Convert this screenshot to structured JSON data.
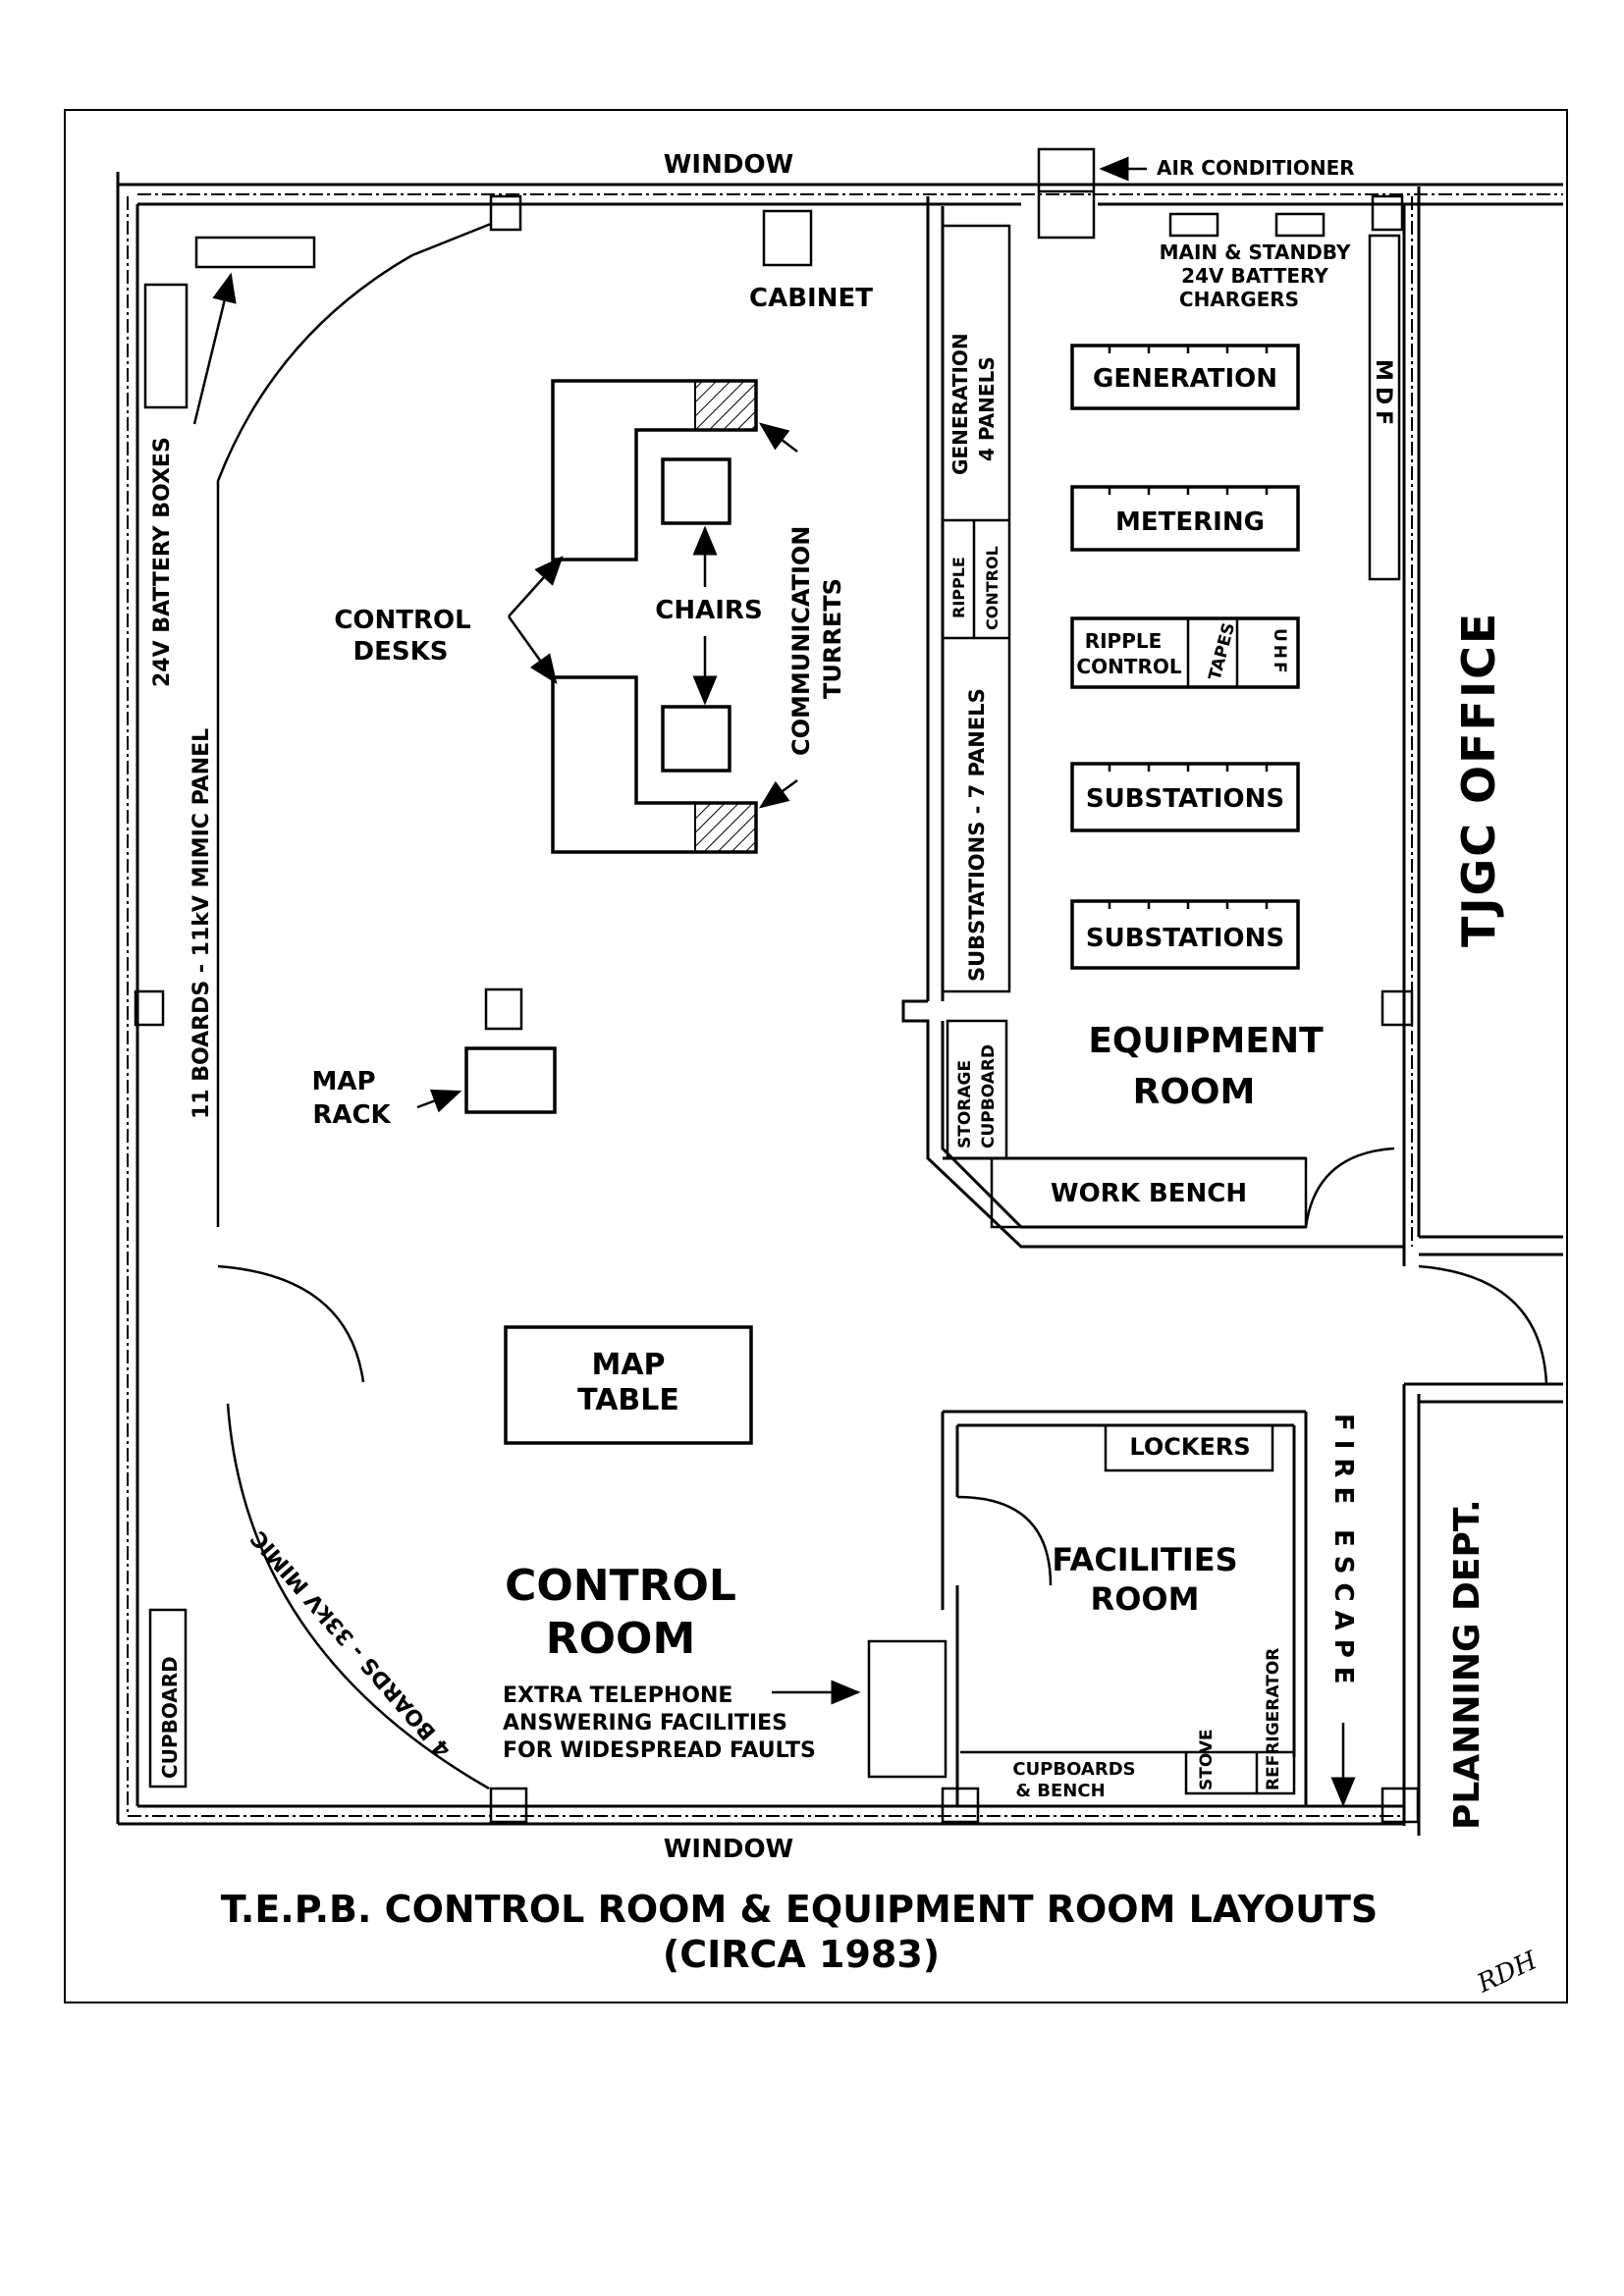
{
  "labels": {
    "window_top": "WINDOW",
    "window_bottom": "WINDOW",
    "air_conditioner": "AIR CONDITIONER",
    "chargers_1": "MAIN & STANDBY",
    "chargers_2": "24V BATTERY",
    "chargers_3": "CHARGERS",
    "cabinet": "CABINET",
    "battery_boxes": "24V BATTERY BOXES",
    "mimic_11kv": "11 BOARDS - 11kV MIMIC PANEL",
    "control_desks_1": "CONTROL",
    "control_desks_2": "DESKS",
    "chairs": "CHAIRS",
    "comm_turrets_1": "COMMUNICATION",
    "comm_turrets_2": "TURRETS",
    "gen_panels_1": "GENERATION",
    "gen_panels_2": "4 PANELS",
    "ripple_control_v1": "RIPPLE",
    "ripple_control_v2": "CONTROL",
    "sub_panels": "SUBSTATIONS - 7 PANELS",
    "rack_generation": "GENERATION",
    "rack_metering": "METERING",
    "rack_ripple_1": "RIPPLE",
    "rack_ripple_2": "CONTROL",
    "rack_tapes": "TAPES",
    "rack_uhf": "UHF",
    "rack_sub_1": "SUBSTATIONS",
    "rack_sub_2": "SUBSTATIONS",
    "mdf": "MDF",
    "tjgc_office": "TJGC OFFICE",
    "equipment_room_1": "EQUIPMENT",
    "equipment_room_2": "ROOM",
    "storage_1": "STORAGE",
    "storage_2": "CUPBOARD",
    "work_bench": "WORK BENCH",
    "map_rack_1": "MAP",
    "map_rack_2": "RACK",
    "map_table_1": "MAP",
    "map_table_2": "TABLE",
    "mimic_33kv": "4 BOARDS - 33kV MIMIC",
    "control_room_1": "CONTROL",
    "control_room_2": "ROOM",
    "extra_1": "EXTRA TELEPHONE",
    "extra_2": "ANSWERING FACILITIES",
    "extra_3": "FOR WIDESPREAD FAULTS",
    "lockers": "LOCKERS",
    "facilities_1": "FACILITIES",
    "facilities_2": "ROOM",
    "cupboards_bench_1": "CUPBOARDS",
    "cupboards_bench_2": "& BENCH",
    "stove": "STOVE",
    "refrigerator": "REFRIGERATOR",
    "fire_escape_1": "FIRE",
    "fire_escape_2": "ESCAPE",
    "planning_dept": "PLANNING DEPT.",
    "cupboard": "CUPBOARD",
    "title_1": "T.E.P.B. CONTROL ROOM & EQUIPMENT ROOM LAYOUTS",
    "title_2": "(CIRCA 1983)",
    "signature": "RDH"
  }
}
